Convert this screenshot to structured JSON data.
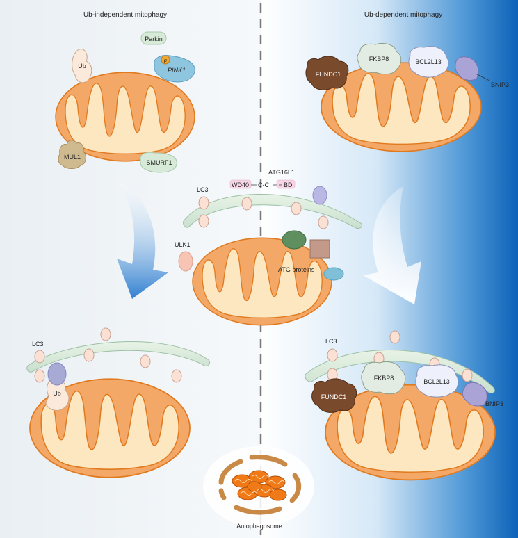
{
  "titles": {
    "left": "Ub-independent mitophagy",
    "right": "Ub-dependent mitophagy"
  },
  "left_top": {
    "parkin": "Parkin",
    "p": "p",
    "pink1": "PINK1",
    "ub": "Ub",
    "mul1": "MUL1",
    "smurf1": "SMURF1"
  },
  "right_top": {
    "fundc1": "FUNDC1",
    "fkbp8": "FKBP8",
    "bcl2l13": "BCL2L13",
    "bnip3": "BNIP3"
  },
  "center": {
    "lc3": "LC3",
    "atg16l1": "ATG16L1",
    "wd40": "WD40",
    "cc": "C-C",
    "bd": "BD",
    "ulk1": "ULK1",
    "atg_proteins": "ATG proteins"
  },
  "left_bottom": {
    "lc3": "LC3",
    "ub": "Ub"
  },
  "right_bottom": {
    "lc3": "LC3",
    "fundc1": "FUNDC1",
    "fkbp8": "FKBP8",
    "bcl2l13": "BCL2L13",
    "bnip3": "BNIP3"
  },
  "autophagosome": "Autophagosome",
  "colors": {
    "mito_outer": "#f4a868",
    "mito_inner": "#fde7c0",
    "mito_stroke": "#e07a1f",
    "lc3_dot": "#fbe0d4",
    "membrane": "#d8ebd8",
    "right_bg_dark": "#0d62b8",
    "left_bg": "#eef3f6"
  }
}
